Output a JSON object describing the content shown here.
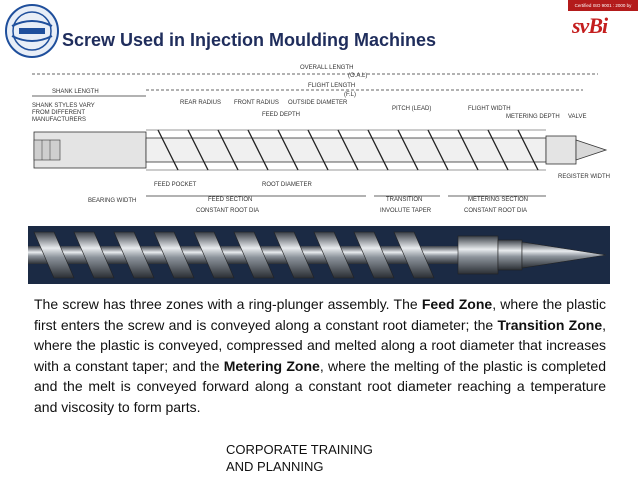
{
  "slide": {
    "title": "Screw Used in Injection Moulding Machines",
    "logo_right": {
      "certification": "Certified ISO 9001 : 2000 by",
      "brand_text": "svBi"
    },
    "diagram_labels": {
      "overall_length": "OVERALL LENGTH",
      "oal": "(O.A.L)",
      "flight_length": "FLIGHT LENGTH",
      "fl": "(F.L)",
      "shank_length": "SHANK LENGTH",
      "shank_styles_1": "SHANK STYLES VARY",
      "shank_styles_2": "FROM DIFFERENT",
      "shank_styles_3": "MANUFACTURERS",
      "rear_radius": "REAR RADIUS",
      "front_radius": "FRONT RADIUS",
      "feed_depth": "FEED DEPTH",
      "outside_diameter": "OUTSIDE DIAMETER",
      "pitch": "PITCH (LEAD)",
      "flight_width": "FLIGHT WIDTH",
      "metering_depth": "METERING DEPTH",
      "valve": "VALVE",
      "feed_pocket": "FEED POCKET",
      "root_diameter": "ROOT DIAMETER",
      "register_width": "REGISTER WIDTH",
      "bearing_width": "BEARING WIDTH",
      "feed_section": "FEED SECTION",
      "constant_root_dia_1": "CONSTANT ROOT DIA",
      "transition": "TRANSITION",
      "involute_taper": "INVOLUTE TAPER",
      "metering_section": "METERING SECTION",
      "constant_root_dia_2": "CONSTANT ROOT DIA"
    },
    "paragraph": {
      "p1": "The screw has three zones with a ring-plunger assembly. The ",
      "feed_zone": "Feed Zone",
      "p2": ", where the plastic first enters the screw and is conveyed along a constant root diameter; the ",
      "transition_zone": "Transition Zone",
      "p3": ", where the plastic is conveyed, compressed and melted along a root diameter that increases with a constant taper; and the ",
      "metering_zone": "Metering Zone",
      "p4": ", where the melting of the plastic is completed and the melt is conveyed forward along a constant root diameter reaching a temperature and viscosity to form parts."
    },
    "footer": {
      "line1": "CORPORATE TRAINING",
      "line2": "AND PLANNING"
    }
  }
}
